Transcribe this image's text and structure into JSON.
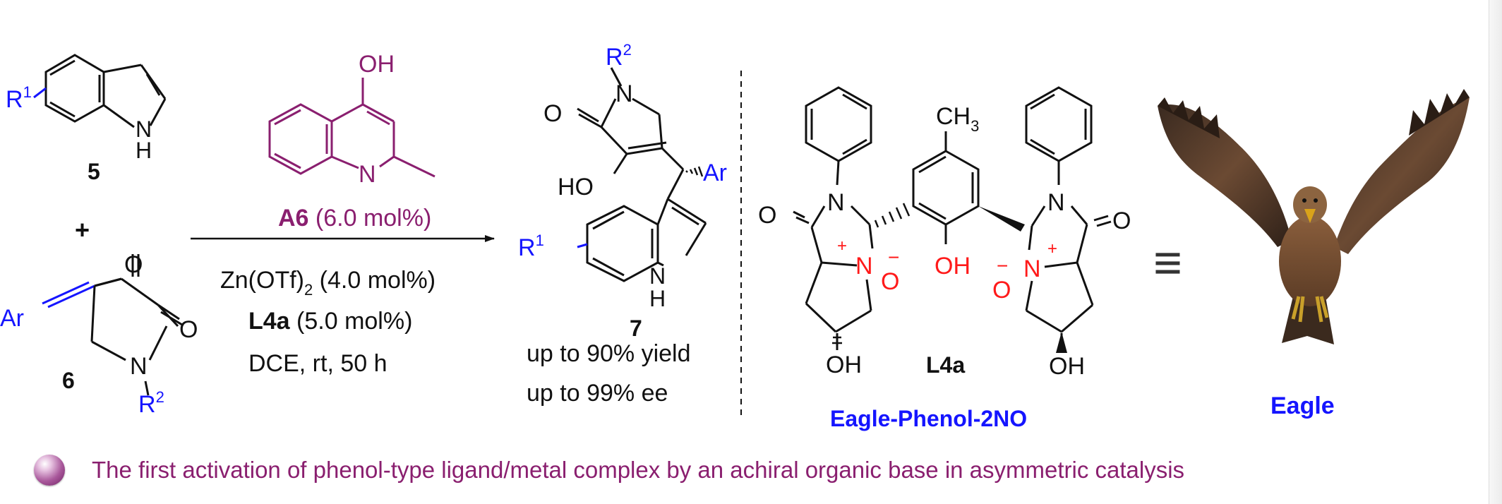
{
  "colors": {
    "blue": "#1515ff",
    "plum": "#8a1f6f",
    "red": "#ff1a1a",
    "black": "#111111"
  },
  "reactant_5": {
    "label": "5",
    "substituent": "R",
    "substituent_sup": "1",
    "nh": "N",
    "h": "H"
  },
  "plus": "+",
  "reactant_6": {
    "label": "6",
    "aryl": "Ar",
    "o1": "O",
    "o2": "O",
    "n": "N",
    "substituent": "R",
    "substituent_sup": "2"
  },
  "additive": {
    "oh": "OH",
    "n": "N",
    "label": "A6",
    "loading": " (6.0 mol%)"
  },
  "conditions": {
    "line1_main": "Zn(OTf)",
    "line1_sub": "2",
    "line1_rest": " (4.0 mol%)",
    "line2_ligand": "L4a",
    "line2_rest": " (5.0 mol%)",
    "line3": "DCE, rt, 50 h"
  },
  "product_7": {
    "label": "7",
    "yield": "up to 90% yield",
    "ee": "up to 99% ee",
    "r2": "R",
    "r2_sup": "2",
    "n": "N",
    "o": "O",
    "ho": "HO",
    "ar": "Ar",
    "r1": "R",
    "r1_sup": "1",
    "nh_n": "N",
    "nh_h": "H"
  },
  "ligand": {
    "name": "Eagle-Phenol-2NO",
    "label": "L4a",
    "methyl": "CH",
    "methyl_sub": "3",
    "oh_center": "OH",
    "oh_left": "OH",
    "oh_right": "OH",
    "n_amide": "N",
    "o_amide": "O",
    "n_plus": "N",
    "o_minus": "O",
    "plus": "+",
    "minus": "−"
  },
  "equivalence": "≡",
  "eagle_caption": "Eagle",
  "note_text": "The first activation of phenol-type ligand/metal complex by an achiral organic base in asymmetric catalysis"
}
